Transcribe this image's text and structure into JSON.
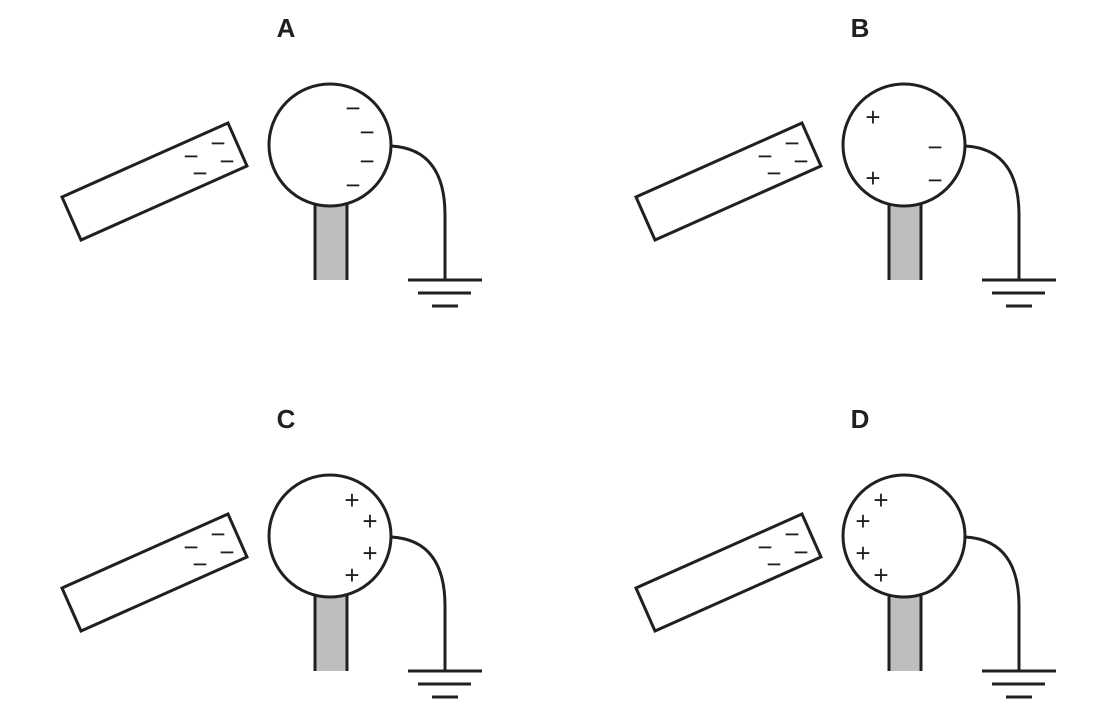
{
  "panels": [
    {
      "label": "A",
      "rod_charges": [
        "−",
        "−",
        "−",
        "−"
      ],
      "sphere_charges": [
        "−",
        "−",
        "−",
        "−"
      ],
      "sphere_layout": "right-neg"
    },
    {
      "label": "B",
      "rod_charges": [
        "−",
        "−",
        "−",
        "−"
      ],
      "sphere_charges": [
        "+",
        "+",
        "−",
        "−"
      ],
      "sphere_layout": "split"
    },
    {
      "label": "C",
      "rod_charges": [
        "−",
        "−",
        "−",
        "−"
      ],
      "sphere_charges": [
        "+",
        "+",
        "+",
        "+"
      ],
      "sphere_layout": "right-pos"
    },
    {
      "label": "D",
      "rod_charges": [
        "−",
        "−",
        "−",
        "−"
      ],
      "sphere_charges": [
        "+",
        "+",
        "+",
        "+"
      ],
      "sphere_layout": "left-pos"
    }
  ],
  "colors": {
    "stroke": "#231f20",
    "stand": "#bcbec0"
  }
}
